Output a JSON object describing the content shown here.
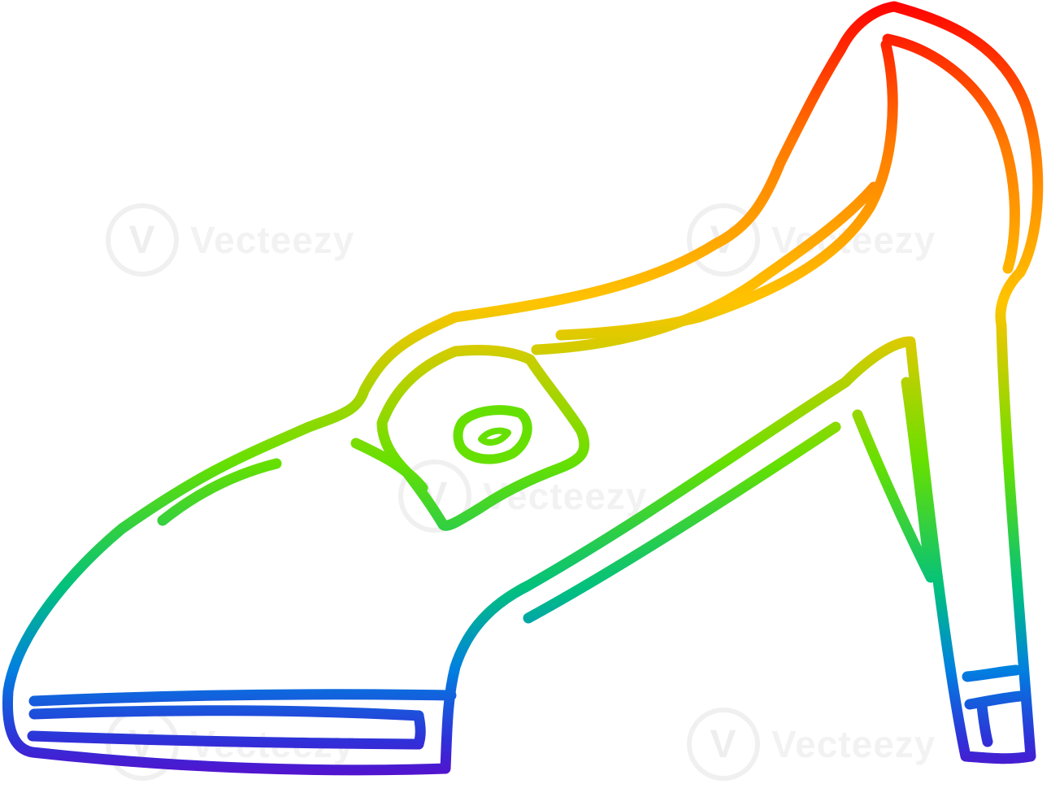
{
  "illustration": {
    "subject": "high-heel shoe",
    "style": "rainbow gradient line art",
    "gradient_colors": [
      "#ff0000",
      "#ff7a00",
      "#ffc400",
      "#66e000",
      "#00c080",
      "#0080e0",
      "#3030d8",
      "#6a00c8"
    ]
  },
  "watermark": {
    "text": "Vecteezy",
    "logo_glyph": "V",
    "color": "#f0f0f0"
  }
}
